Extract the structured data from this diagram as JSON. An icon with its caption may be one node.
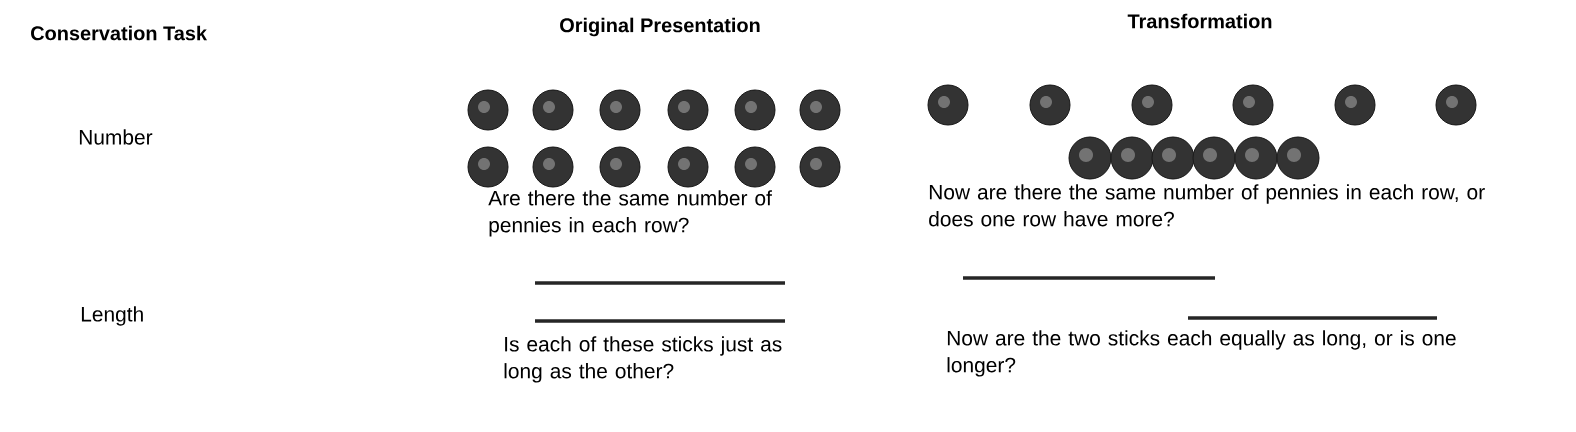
{
  "diagram": {
    "labels": [
      "Conservation Task",
      "Original Presentation",
      "Transformation",
      "Number",
      "Are there the same number of pennies in each row?",
      "Now are there the same number of pennies in each row, or does one row have more?",
      "Length",
      "Is each of these sticks just as long as the other?",
      "Now are the two sticks each equally as long, or is one longer?"
    ]
  }
}
